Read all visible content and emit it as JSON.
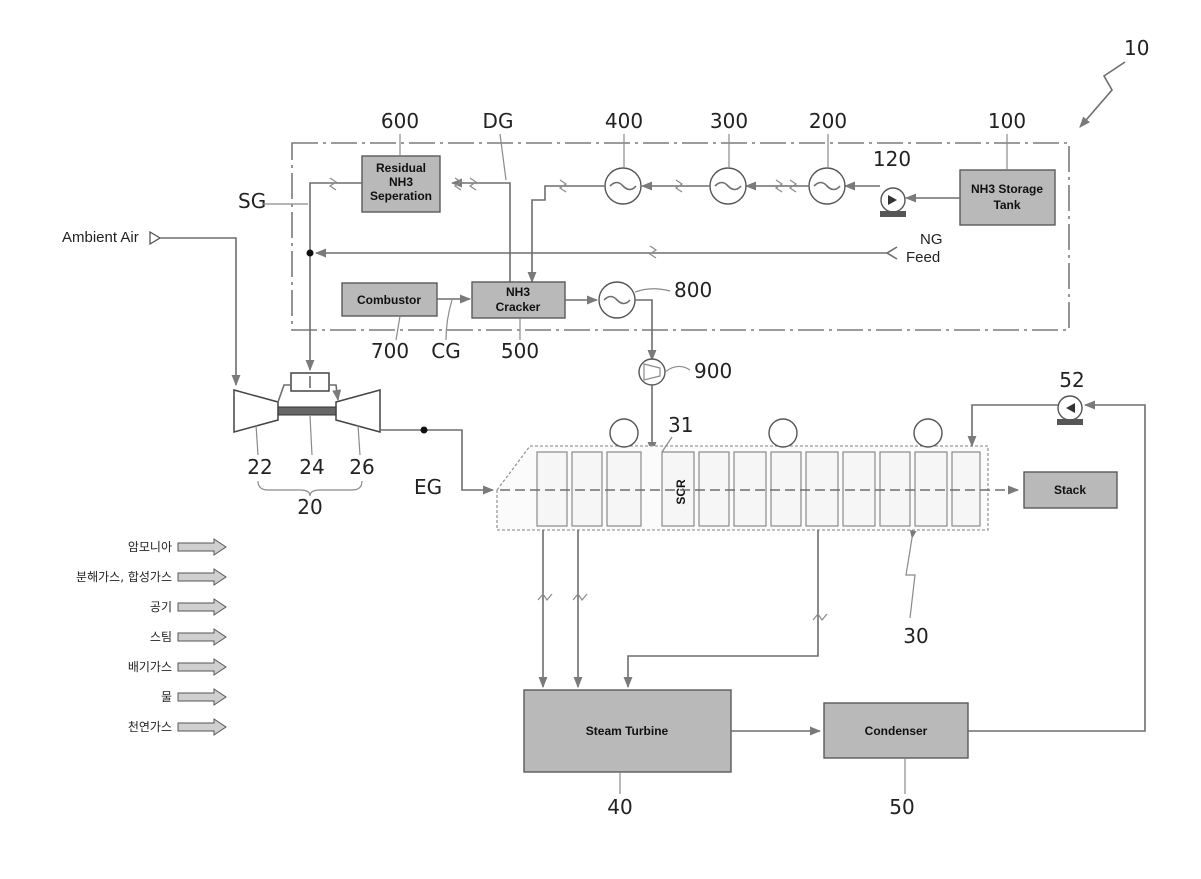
{
  "labels": {
    "system": "10",
    "gas_turbine": "20",
    "compressor": "22",
    "combustor_gt": "24",
    "turbine": "26",
    "hrsg": "30",
    "scr_section": "31",
    "steam_turbine_ref": "40",
    "condenser_ref": "50",
    "pump_52": "52",
    "storage_ref": "100",
    "pump_120": "120",
    "hx_200": "200",
    "hx_300": "300",
    "hx_400": "400",
    "cracker_ref": "500",
    "separation_ref": "600",
    "combustor_ref": "700",
    "hx_800": "800",
    "compressor_900": "900",
    "dg": "DG",
    "sg": "SG",
    "cg": "CG",
    "eg": "EG",
    "ambient_air": "Ambient Air",
    "ng": "NG",
    "feed": "Feed"
  },
  "boxes": {
    "storage": [
      "NH3 Storage",
      "Tank"
    ],
    "separation": [
      "Residual",
      "NH3",
      "Seperation"
    ],
    "cracker": [
      "NH3",
      "Cracker"
    ],
    "combustor": "Combustor",
    "stack": "Stack",
    "steam_turbine": "Steam Turbine",
    "condenser": "Condenser",
    "scr": "SCR"
  },
  "legend": [
    "암모니아",
    "분해가스, 합성가스",
    "공기",
    "스팀",
    "배기가스",
    "물",
    "천연가스"
  ]
}
